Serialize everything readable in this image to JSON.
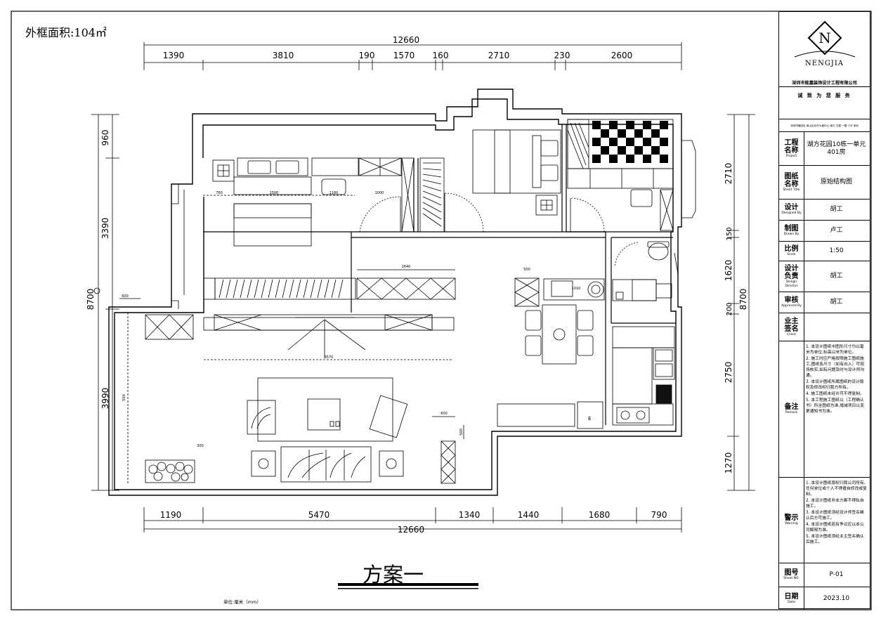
{
  "header": {
    "area_label": "外框面积:104㎡",
    "plan_name": "方案一",
    "scale_unit": "单位:毫米（mm）"
  },
  "dimensions": {
    "top_total": "12660",
    "top_segments": [
      "1390",
      "3810",
      "190",
      "1570",
      "160",
      "2710",
      "230",
      "2600"
    ],
    "bottom_total": "12660",
    "bottom_segments": [
      "1190",
      "5470",
      "1340",
      "1440",
      "1680",
      "790"
    ],
    "left_total": "8700",
    "left_segments": [
      "960",
      "3390",
      "3990"
    ],
    "right_total": "8700",
    "right_segments": [
      "2710",
      "150",
      "1620",
      "200",
      "2750",
      "1270"
    ],
    "inner": [
      "780",
      "1500",
      "1160",
      "1000",
      "2640",
      "500",
      "1010",
      "3570",
      "600",
      "500",
      "600",
      "300",
      "500"
    ]
  },
  "title_block": {
    "brand": "NENGJIA",
    "logo_letter": "N",
    "company": "深圳市能嘉装饰设计工程有限公司",
    "slogan": "诚 致 为 您 服 务",
    "company_address": "深圳市福田区·南山区北环大道中心·南方·五楼·一楼·十字·深圳",
    "rows": [
      {
        "label": "工程\n名称",
        "en": "Project",
        "value": "湖方花园10栋一单元401房"
      },
      {
        "label": "图纸\n名称",
        "en": "Sheet Title",
        "value": "原始结构图"
      },
      {
        "label": "设计",
        "en": "Designed By",
        "value": "胡工"
      },
      {
        "label": "制图",
        "en": "Drawn By",
        "value": "卢工"
      },
      {
        "label": "比例",
        "en": "Scale",
        "value": "1:50"
      },
      {
        "label": "设计\n负责",
        "en": "Design Director",
        "value": "胡工"
      },
      {
        "label": "审核",
        "en": "Approved By",
        "value": "胡工"
      },
      {
        "label": "业主\n签名",
        "en": "Client",
        "value": ""
      },
      {
        "label": "备注",
        "en": "Remark",
        "value": ""
      },
      {
        "label": "警示",
        "en": "Warning",
        "value": ""
      },
      {
        "label": "图号",
        "en": "Sheet NO.",
        "value": "P-01"
      },
      {
        "label": "日期",
        "en": "Date",
        "value": "2023.10"
      }
    ],
    "remarks": [
      "1. 本设计图纸中图形尺寸均以毫米为单位,标高以米为单位。",
      "2. 施工时应严格按照施工图纸施工,图纸各尺寸（如有出入）可现场核实,如有问题及时与设计师沟通。",
      "3. 本设计图纸所属图纸的设计版权及修改权归我方所有。",
      "4. 施工图纸未经许可不得复制。",
      "5. 本工程施工图纸以（工程确认书）所含图纸为准,增减项目以变更通知书为准。"
    ],
    "warnings": [
      "1. 本设计图纸版权归我公司所有,任何单位或个人不得擅自修改或复制。",
      "2. 本设计图纸非本方案不得私自施工。",
      "3. 本设计图纸须经设计师签名确认后方可施工。",
      "4. 本设计图纸若有争议应以本公司解释为准。",
      "5. 本设计图纸须经业主签名确认后施工。"
    ]
  }
}
